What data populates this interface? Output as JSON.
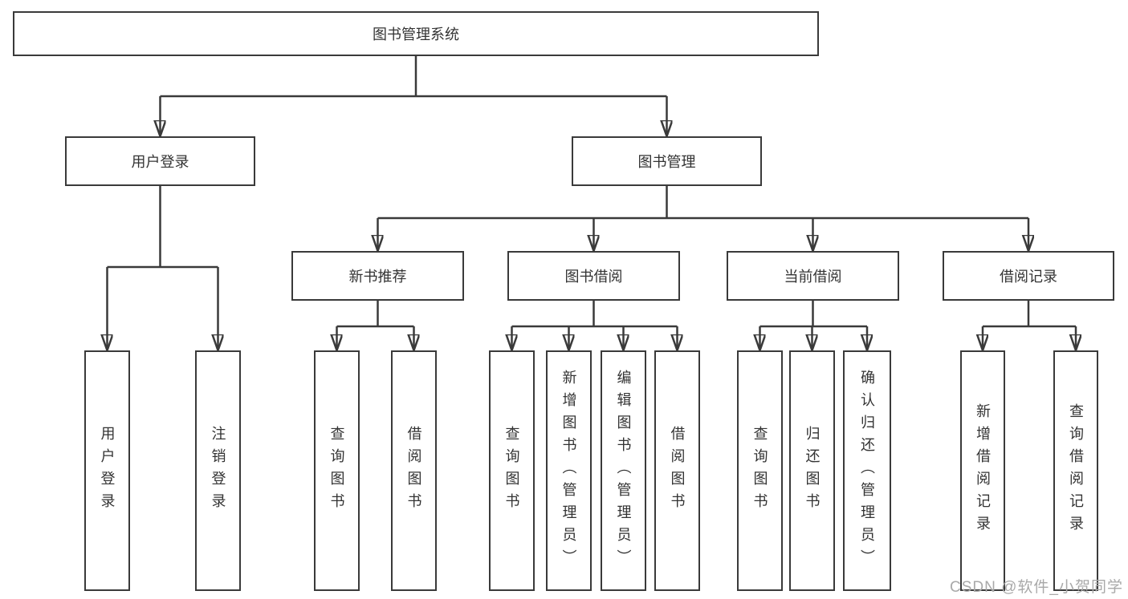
{
  "diagram": {
    "title_node": "图书管理系统",
    "tree": {
      "label": "图书管理系统",
      "children": [
        {
          "label": "用户登录",
          "children": [
            {
              "label": "用户登录"
            },
            {
              "label": "注销登录"
            }
          ]
        },
        {
          "label": "图书管理",
          "children": [
            {
              "label": "新书推荐",
              "children": [
                {
                  "label": "查询图书"
                },
                {
                  "label": "借阅图书"
                }
              ]
            },
            {
              "label": "图书借阅",
              "children": [
                {
                  "label": "查询图书"
                },
                {
                  "label": "新增图书（管理员）"
                },
                {
                  "label": "编辑图书（管理员）"
                },
                {
                  "label": "借阅图书"
                }
              ]
            },
            {
              "label": "当前借阅",
              "children": [
                {
                  "label": "查询图书"
                },
                {
                  "label": "归还图书"
                },
                {
                  "label": "确认归还（管理员）"
                }
              ]
            },
            {
              "label": "借阅记录",
              "children": [
                {
                  "label": "新增借阅记录"
                },
                {
                  "label": "查询借阅记录"
                }
              ]
            }
          ]
        }
      ]
    },
    "colors": {
      "line": "#3a3a3a",
      "box_border": "#3a3a3a",
      "text": "#333333",
      "background": "#ffffff",
      "watermark_text": "#a9a9a9"
    }
  },
  "watermark": {
    "label": "CSDN @软件_小贺同学"
  }
}
